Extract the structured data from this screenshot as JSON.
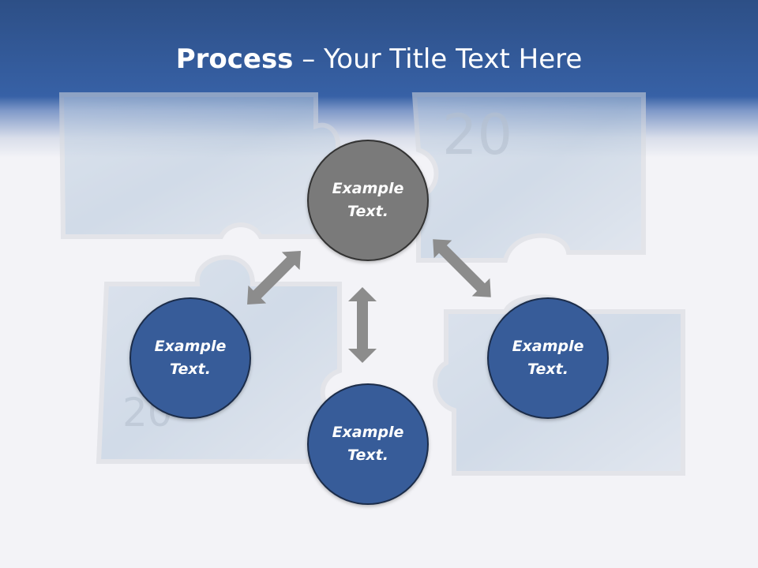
{
  "slide": {
    "title_bold": "Process",
    "title_rest": " – Your Title Text Here"
  },
  "nodes": {
    "top": "Example Text.",
    "left": "Example Text.",
    "right": "Example Text.",
    "bottom": "Example Text."
  },
  "colors": {
    "header_blue": "#3761a6",
    "node_blue": "#375c99",
    "node_gray": "#7a7a7a",
    "arrow_gray": "#8c8c8c"
  },
  "icons": [
    "double-arrow-icon",
    "puzzle-piece-icon"
  ]
}
